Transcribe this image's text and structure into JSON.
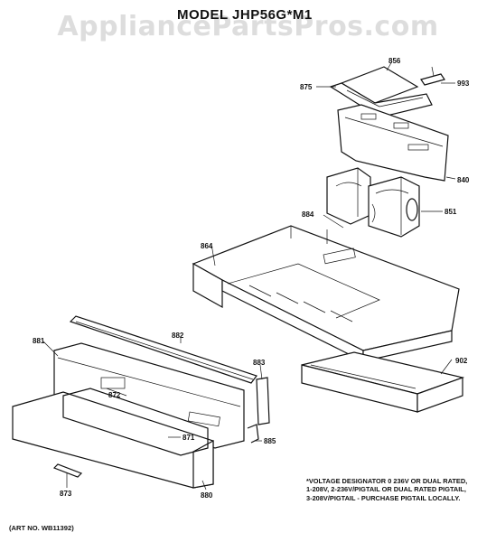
{
  "watermark": "AppliancePartsPros.com",
  "title": "MODEL JHP56G*M1",
  "parts": {
    "p856": "856",
    "p875": "875",
    "p993": "993",
    "p840": "840",
    "p851": "851",
    "p884": "884",
    "p864": "864",
    "p882": "882",
    "p881": "881",
    "p883": "883",
    "p902": "902",
    "p872": "872",
    "p871": "871",
    "p885": "885",
    "p873": "873",
    "p880": "880"
  },
  "note": {
    "line1": "*VOLTAGE DESIGNATOR 0 236V OR DUAL RATED,",
    "line2": "1-208V, 2-236V/PIGTAIL OR DUAL RATED PIGTAIL,",
    "line3": "3-208V/PIGTAIL - PURCHASE PIGTAIL LOCALLY."
  },
  "art_no": "(ART NO. WB11392)"
}
